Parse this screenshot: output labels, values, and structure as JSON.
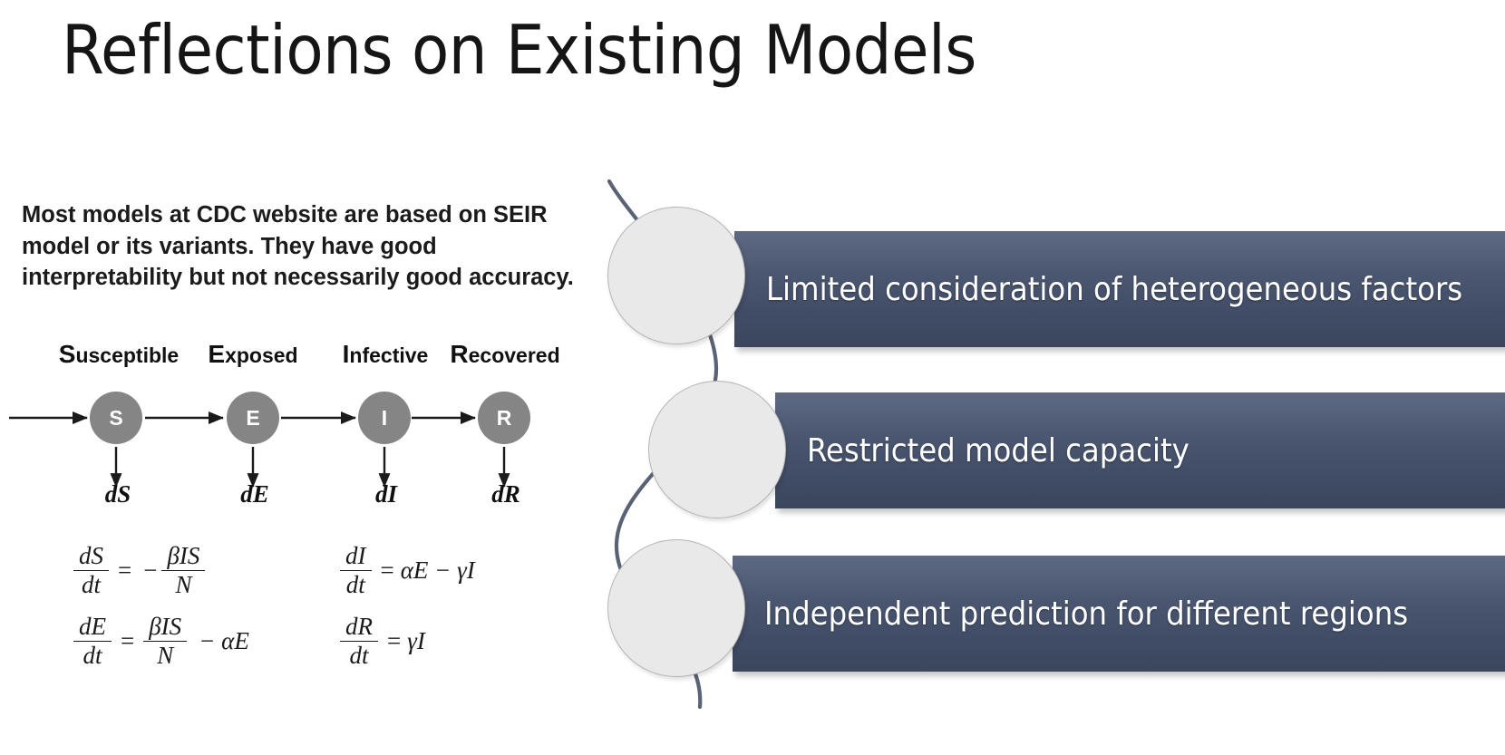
{
  "slide": {
    "title": "Reflections on Existing Models",
    "background_color": "#ffffff"
  },
  "left_panel": {
    "intro_paragraph": "Most models at CDC website are based on SEIR model or its variants. They have good interpretability but not necessarily good accuracy.",
    "compartment_labels": [
      {
        "initial": "S",
        "rest": "usceptible"
      },
      {
        "initial": "E",
        "rest": "xposed"
      },
      {
        "initial": "I",
        "rest": "nfective"
      },
      {
        "initial": "R",
        "rest": "ecovered"
      }
    ],
    "nodes": [
      {
        "letter": "S",
        "outflow": "dS"
      },
      {
        "letter": "E",
        "outflow": "dE"
      },
      {
        "letter": "I",
        "outflow": "dI"
      },
      {
        "letter": "R",
        "outflow": "dR"
      }
    ],
    "node_fill_color": "#858585",
    "node_text_color": "#ffffff",
    "equations": {
      "left": [
        {
          "lhs_num": "dS",
          "lhs_den": "dt",
          "eq": "=",
          "sign": "−",
          "rhs_num": "βIS",
          "rhs_den": "N",
          "tail": ""
        },
        {
          "lhs_num": "dE",
          "lhs_den": "dt",
          "eq": "=",
          "sign": "",
          "rhs_num": "βIS",
          "rhs_den": "N",
          "tail": "− αE"
        }
      ],
      "right": [
        {
          "lhs_num": "dI",
          "lhs_den": "dt",
          "eq": "=",
          "rhs_plain": "αE − γI"
        },
        {
          "lhs_num": "dR",
          "lhs_den": "dt",
          "eq": "=",
          "rhs_plain": "γI"
        }
      ]
    }
  },
  "right_panel": {
    "banner_color_top": "#5d6a82",
    "banner_color_bottom": "#3b465d",
    "bubble_color": "#e9e9e9",
    "connector_color": "#5a6373",
    "items": [
      {
        "label": "Limited consideration of heterogeneous factors"
      },
      {
        "label": "Restricted model capacity"
      },
      {
        "label": "Independent prediction for different regions"
      }
    ]
  }
}
